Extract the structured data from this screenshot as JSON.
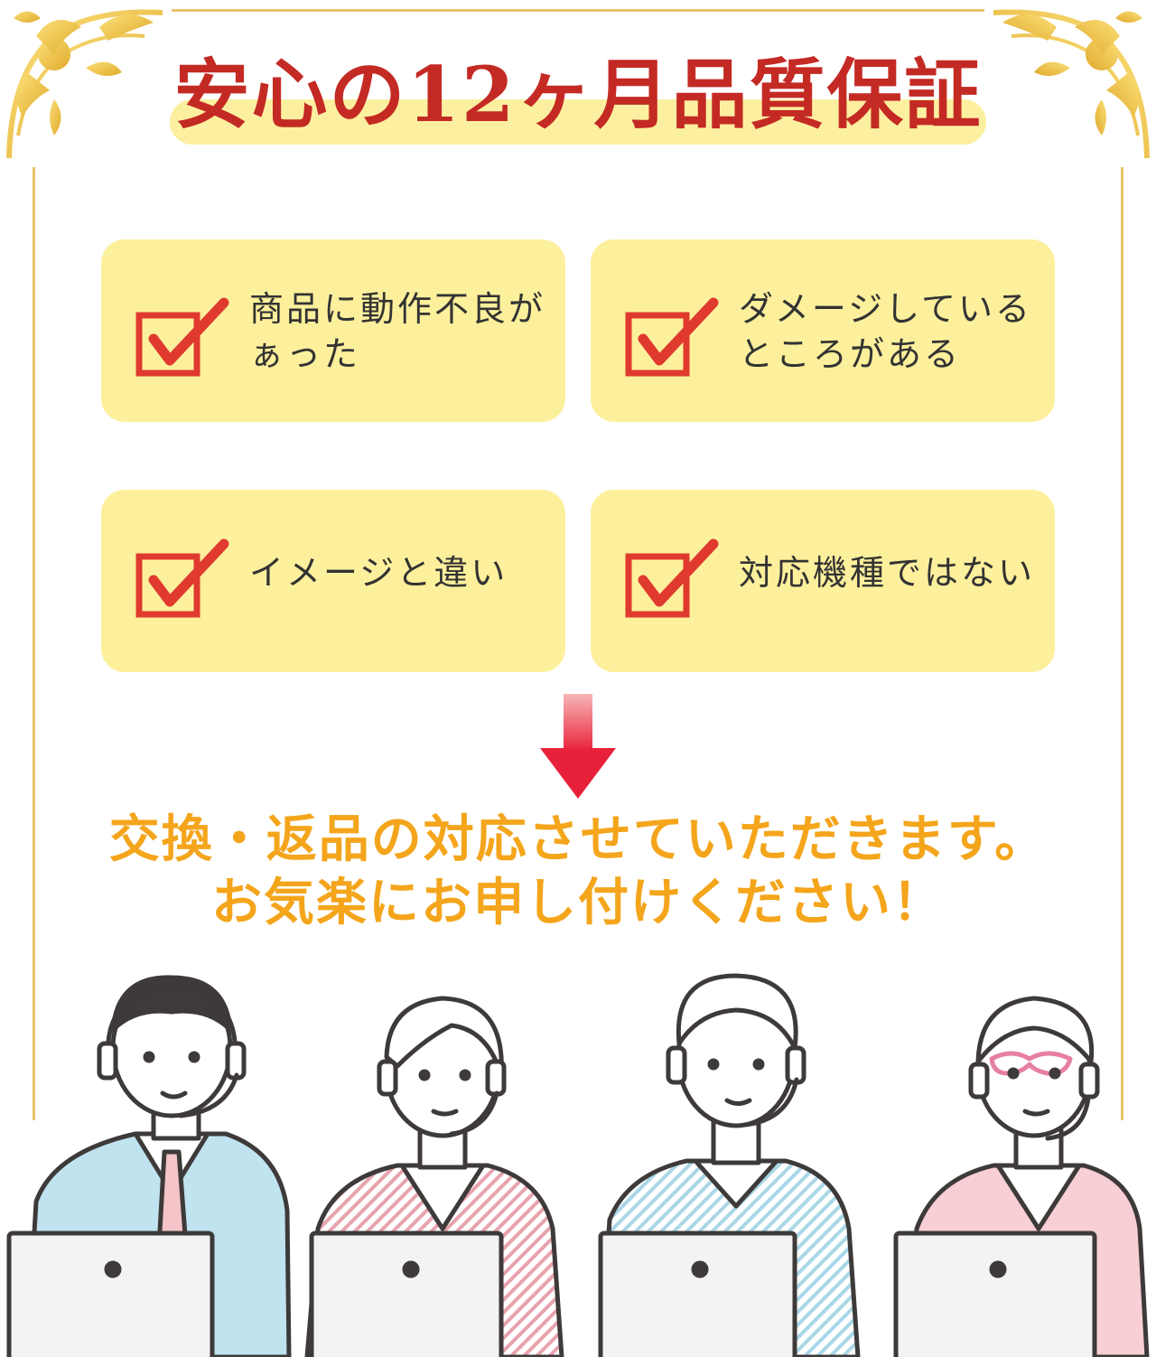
{
  "header": {
    "title": "安心の12ヶ月品質保証"
  },
  "cards": [
    {
      "text": "商品に動作不良がぁった"
    },
    {
      "text": "ダメージしているところがある"
    },
    {
      "text": "イメージと違い"
    },
    {
      "text": "対応機種ではない"
    }
  ],
  "cta": {
    "line1": "交換・返品の対応させていただきます。",
    "line2": "お気楽にお申し付けください！"
  },
  "colors": {
    "title": "#c42a24",
    "card_bg": "#fdf09c",
    "check": "#e03a2f",
    "cta": "#f4a51b",
    "gold": "#e8c46a"
  },
  "icons": [
    "check-box-icon",
    "down-arrow-icon",
    "ornament-icon",
    "headset-icon",
    "laptop-icon"
  ]
}
